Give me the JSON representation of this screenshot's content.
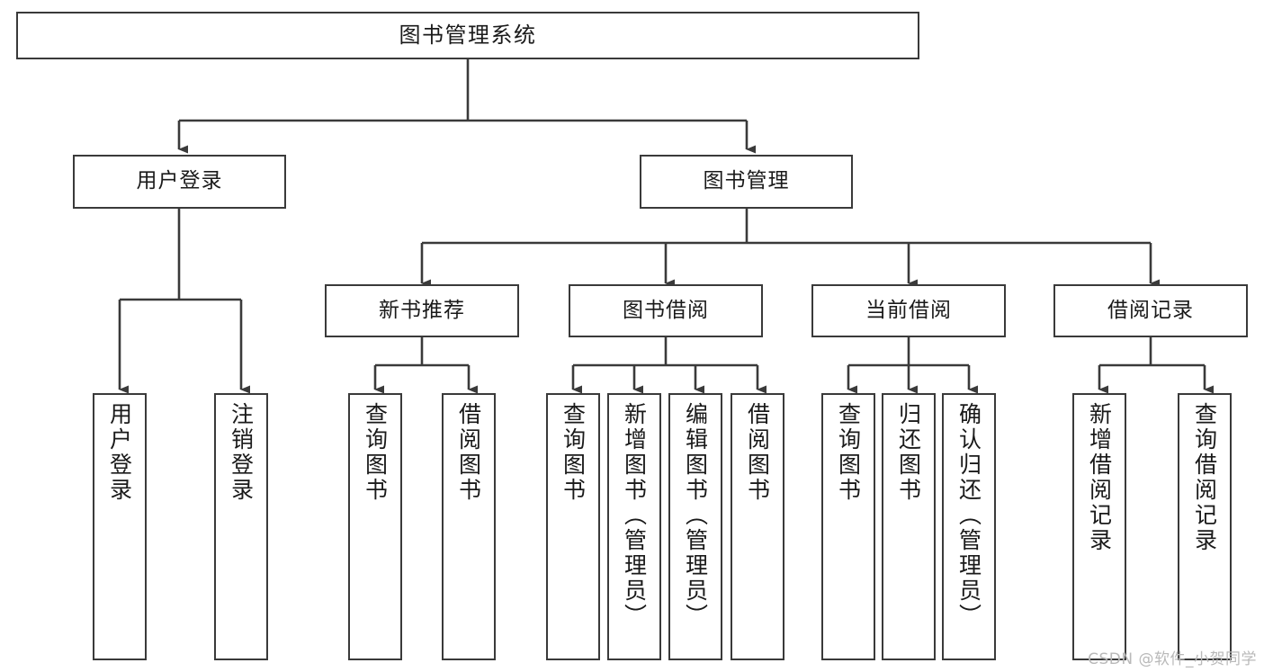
{
  "diagram": {
    "title": "图书管理系统",
    "type": "tree-hierarchy",
    "background_color": "#ffffff",
    "line_color": "#3a3a3a",
    "text_color": "#1a1a1a"
  },
  "watermark": {
    "text": "CSDN @软件_小贺同学",
    "color": "#b9b9b9"
  },
  "nodes": {
    "root": {
      "label": "图书管理系统"
    },
    "level1": [
      {
        "label": "用户登录"
      },
      {
        "label": "图书管理"
      }
    ],
    "level2": [
      {
        "label": "新书推荐"
      },
      {
        "label": "图书借阅"
      },
      {
        "label": "当前借阅"
      },
      {
        "label": "借阅记录"
      }
    ],
    "leaves": {
      "user_login": [
        {
          "label": "用户登录"
        },
        {
          "label": "注销登录"
        }
      ],
      "new_book": [
        {
          "label": "查询图书"
        },
        {
          "label": "借阅图书"
        }
      ],
      "book_borrow": [
        {
          "label": "查询图书"
        },
        {
          "label": "新增图书（管理员）"
        },
        {
          "label": "编辑图书（管理员）"
        },
        {
          "label": "借阅图书"
        }
      ],
      "current_borrow": [
        {
          "label": "查询图书"
        },
        {
          "label": "归还图书"
        },
        {
          "label": "确认归还（管理员）"
        }
      ],
      "borrow_record": [
        {
          "label": "新增借阅记录"
        },
        {
          "label": "查询借阅记录"
        }
      ]
    }
  }
}
